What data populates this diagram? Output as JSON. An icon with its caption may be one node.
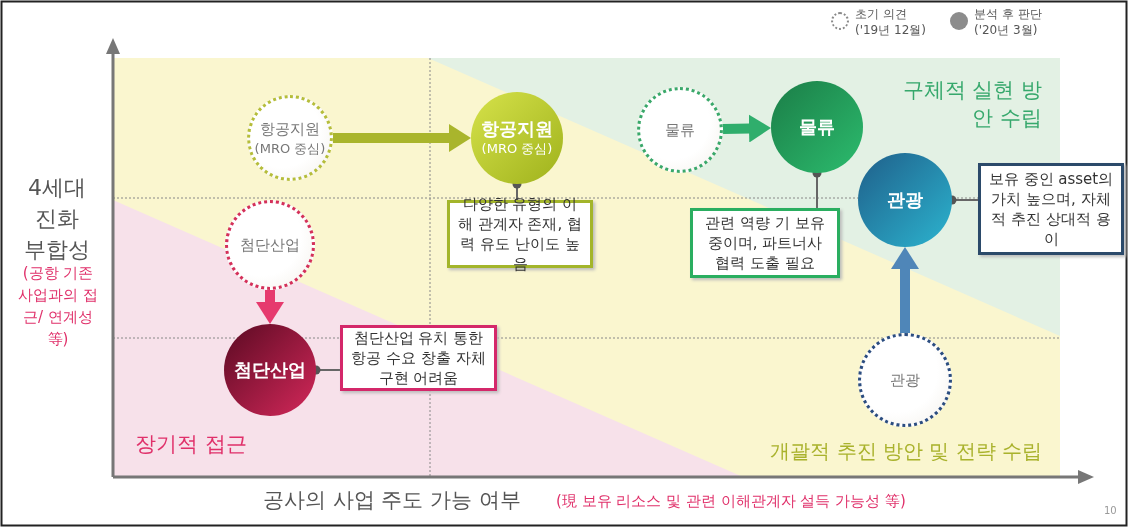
{
  "diagram": {
    "nodes": [
      {
        "text": [
          "항공지원",
          "(MRO 중심)"
        ]
      },
      {
        "text": [
          "항공지원",
          "(MRO 중심)"
        ]
      },
      {
        "text": [
          "물류"
        ]
      },
      {
        "text": [
          "물류"
        ]
      },
      {
        "text": [
          "첨단산업"
        ]
      },
      {
        "text": [
          "첨단산업"
        ]
      },
      {
        "text": [
          "관광"
        ]
      },
      {
        "text": [
          "관광"
        ]
      },
      {
        "text": [
          "다양한 유형의 이해 관계자 존재, 협력 유도 난이도 높음"
        ]
      },
      {
        "text": [
          "관련 역량 기 보유 중이며, 파트너사 협력 도출 필요"
        ]
      },
      {
        "text": [
          "보유 중인 asset의 가치 높으며, 자체적 추진 상대적 용이"
        ]
      },
      {
        "text": [
          "첨단산업 유치 통한 항공 수요 창출 자체 구현 어려움"
        ]
      }
    ],
    "edges": [
      {
        "from": 0,
        "to": 1,
        "arrow": "to",
        "style": "thick",
        "color": "#a9b52c"
      },
      {
        "from": 2,
        "to": 3,
        "arrow": "to",
        "style": "thick",
        "color": "#2fae6c"
      },
      {
        "from": 4,
        "to": 5,
        "arrow": "to",
        "style": "thick",
        "color": "#e63a6e"
      },
      {
        "from": 7,
        "to": 6,
        "arrow": "to",
        "style": "thick",
        "color": "#4f86b8"
      },
      {
        "from": 1,
        "to": 8,
        "arrow": "other"
      },
      {
        "from": 3,
        "to": 9,
        "arrow": "other"
      },
      {
        "from": 6,
        "to": 10,
        "arrow": "other"
      },
      {
        "from": 5,
        "to": 11,
        "arrow": "other"
      }
    ],
    "labels": [
      "구체적 실현 방안 수립",
      "4세대 진화 부합성",
      "(공항 기존 사업과의 접근/ 연계성 等)",
      "장기적 접근",
      "개괄적 추진 방안 및 전략 수립",
      "공사의 사업 주도 가능 여부",
      "(現 보유 리소스 및 관련 이해관계자 설득 가능성 等)",
      "10"
    ],
    "legend": [
      {
        "text": "초기 의견 ('19년 12월)"
      },
      {
        "text": "분석 후 판단 ('20년 3월)",
        "color": "#8c8c8c"
      }
    ]
  }
}
